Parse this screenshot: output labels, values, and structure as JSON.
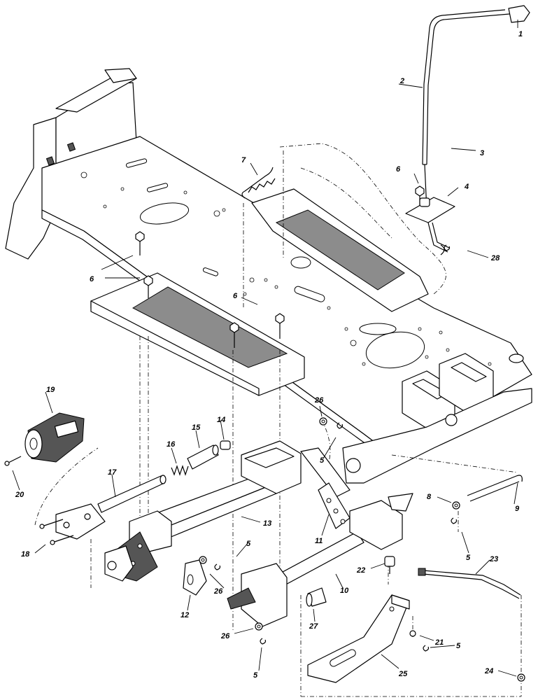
{
  "diagram": {
    "callouts": [
      {
        "id": "c1",
        "text": "1"
      },
      {
        "id": "c2",
        "text": "2"
      },
      {
        "id": "c3",
        "text": "3"
      },
      {
        "id": "c4",
        "text": "4"
      },
      {
        "id": "c5a",
        "text": "5"
      },
      {
        "id": "c5b",
        "text": "5"
      },
      {
        "id": "c5c",
        "text": "5"
      },
      {
        "id": "c5d",
        "text": "5"
      },
      {
        "id": "c5e",
        "text": "5"
      },
      {
        "id": "c6a",
        "text": "6"
      },
      {
        "id": "c6b",
        "text": "6"
      },
      {
        "id": "c6c",
        "text": "6"
      },
      {
        "id": "c7",
        "text": "7"
      },
      {
        "id": "c8",
        "text": "8"
      },
      {
        "id": "c9",
        "text": "9"
      },
      {
        "id": "c10",
        "text": "10"
      },
      {
        "id": "c11",
        "text": "11"
      },
      {
        "id": "c12",
        "text": "12"
      },
      {
        "id": "c13",
        "text": "13"
      },
      {
        "id": "c14",
        "text": "14"
      },
      {
        "id": "c15",
        "text": "15"
      },
      {
        "id": "c16",
        "text": "16"
      },
      {
        "id": "c17",
        "text": "17"
      },
      {
        "id": "c18",
        "text": "18"
      },
      {
        "id": "c19",
        "text": "19"
      },
      {
        "id": "c20",
        "text": "20"
      },
      {
        "id": "c21",
        "text": "21"
      },
      {
        "id": "c22",
        "text": "22"
      },
      {
        "id": "c23",
        "text": "23"
      },
      {
        "id": "c24",
        "text": "24"
      },
      {
        "id": "c25",
        "text": "25"
      },
      {
        "id": "c26a",
        "text": "26"
      },
      {
        "id": "c26b",
        "text": "26"
      },
      {
        "id": "c26c",
        "text": "26"
      },
      {
        "id": "c27",
        "text": "27"
      },
      {
        "id": "c28",
        "text": "28"
      }
    ]
  }
}
